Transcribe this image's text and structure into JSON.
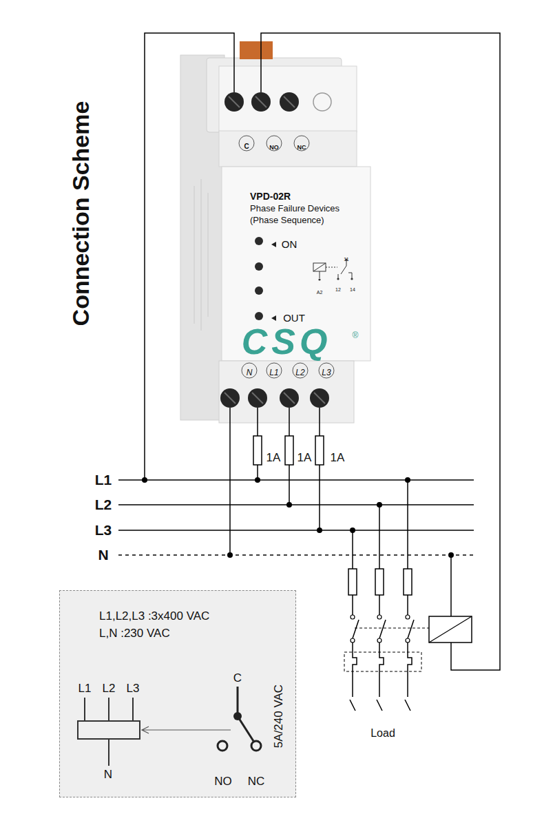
{
  "diagram": {
    "title": "Connection Scheme",
    "nodes": [
      {
        "text": [
          "VPD-02R",
          "Phase Failure Devices (Phase Sequence)"
        ]
      },
      {
        "text": [
          "L1,L2,L3 :3x400 VAC",
          "L,N :230 VAC"
        ]
      }
    ],
    "labels": [
      "C",
      "NO",
      "NC",
      "ON",
      "OUT",
      "11",
      "A2",
      "12",
      "14",
      "CSQ",
      "®",
      "N",
      "L1",
      "L2",
      "L3",
      "1A",
      "1A",
      "1A",
      "L1",
      "L2",
      "L3",
      "N",
      "Load",
      "L1",
      "L2",
      "L3",
      "N",
      "C",
      "NO",
      "NC",
      "5A/240 VAC"
    ]
  }
}
